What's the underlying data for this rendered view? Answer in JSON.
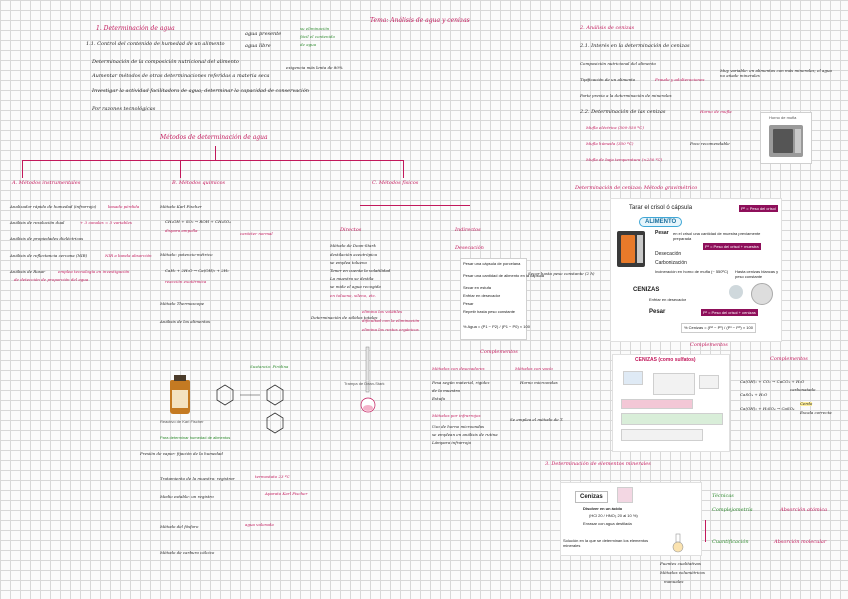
{
  "title": "Tema: Análisis de agua y cenizas",
  "left_column": {
    "s1_heading": "1. Determinación de agua",
    "s1_item1": "1.1. Control del contenido de humedad de un alimento",
    "s1_branch_a": "agua presente",
    "s1_branch_b": "agua libre",
    "s1_branch_green1": "su eliminación",
    "s1_branch_green2": "fácil el contenido",
    "s1_branch_green3": "de agua",
    "s1_bullets": [
      "Determinación de la composición nutricional del alimento",
      "Aumentar métodos de otras determinaciones referidas a materia seca",
      "Investigar la actividad facilitadora de agua; determinar la capacidad de conservación",
      "Por razones tecnológicas"
    ],
    "s1_bullet2_note": "exigencia más lenta de 80%",
    "methods_title": "Métodos de determinación de agua",
    "col_a_label": "A. Métodos instrumentales",
    "col_a_items": [
      "Analizador rápido de humedad (infrarrojo)",
      "Análisis de resolución dual",
      "Análisis de propiedades dieléctricas",
      "Análisis de reflectancia cercana (NIR)",
      "Análisis de Rosar"
    ],
    "col_a_pink": [
      "basado pérdida",
      "+ 3 canales = 3 variables",
      "",
      "NIR a banda absorción",
      "emplea tecnología en investigación"
    ],
    "col_a_pink2": "de detección de proporción del agua",
    "col_b_label": "B. Métodos químicos",
    "col_b_items": [
      "Método Karl Fischer",
      "Método: potencio-métrico",
      "Método Thermoscope"
    ],
    "col_b_eq1": "CH₃OH + SO₂ → ROH + CH₃SO₄",
    "col_b_eq2": "CaH₂ + 2H₂O → Ca(OH)₂ + 2H₂",
    "col_b_notes": [
      "dispara ampolla",
      "carácter normal",
      "reacción exotérmica",
      "Sustancia: Piridina",
      "Análisis de los alimentos"
    ],
    "col_b_bottom": [
      "Presión de vapor: fijación de la humedad",
      "Tratamiento de la muestra: registrar",
      "Medio estable: un registro",
      "Método del fósforo",
      "Método de carburo cálcico"
    ],
    "col_b_bottom_pink": [
      "termostato 23 ºC",
      "Aparato Karl Fischer",
      "agua valorada"
    ],
    "col_c_label": "C. Métodos físicos",
    "col_c_sub1": "Directos",
    "col_c_sub2": "Indirectos",
    "col_c_items": [
      "Método de Dean-Stark",
      "destilación azeotrópica",
      "se emplea tolueno",
      "Tener en cuenta la volatilidad",
      "La muestra se destila",
      "se mide el agua recogida",
      "en tolueno, xileno, etc."
    ],
    "col_c_right_items": [
      "Desecación",
      "Pesar una cápsula de porcelana",
      "Pesar una cantidad de alimento en la cápsula",
      "Secar en estufa",
      "Enfriar en desecador",
      "Pesar",
      "Repetir hasta peso constante"
    ],
    "col_c_right_note": "Secar hasta peso constante (2 h)",
    "col_c_formula": "% Agua = (P1 − P2) / (P1 − P0) × 100",
    "col_c_mid": "Determinación de sólidos totales",
    "col_c_mid_pink": [
      "elimina los volátiles",
      "dificultad con la eliminación",
      "elimina los restos orgánicos"
    ],
    "col_c_caption": "Trampa de Dean-Stark",
    "col_c_bottom_pink": [
      "Métodos con desecadores",
      "Métodos con vacío",
      "Métodos por infrarrojos"
    ],
    "col_c_bottom_items": [
      "Estufa",
      "Horno microondas",
      "Lámpara infrarroja"
    ],
    "col_c_bottom_notes": [
      "Pesa según material, rigidez",
      "de la muestra",
      "Uso de horno microondas",
      "se emplean en análisis de rutina"
    ],
    "col_c_microwave": "Se emplea el método de T.",
    "bottle_caption": "Reactivo de Karl Fischer",
    "bottle_note": "Para determinar humedad de alimentos"
  },
  "right_column": {
    "s2_heading": "2. Análisis de cenizas",
    "s2_1": "2.1. Interés en la determinación de cenizas",
    "s2_bullets": [
      "Composición nutricional del alimento",
      "Tipificación de un alimento",
      "Parte previa a la determinación de minerales"
    ],
    "s2_bullet2_pink": "Fraude y adulteraciones",
    "s2_note": "Muy variable: en alimentos con más minerales; el agua no añade minerales",
    "s2_2": "2.2. Determinación de las cenizas",
    "s2_2_pink": "Horno de mufla",
    "s2_2_items": [
      "Mufla eléctrica (500-550 ºC)",
      "Mufla húmeda (350 ºC)",
      "Mufla de baja temperatura (<250 ºC)"
    ],
    "s2_2_side": "Poco recomendable",
    "furnace_caption": "Horno de mufla",
    "grav_heading": "Determinación de cenizas: Método gravimétrico",
    "grav_steps": {
      "tare": "Tarar el crisol ó cápsula",
      "tare_badge": "Pº = Peso del crisol",
      "food": "ALIMENTO",
      "weigh_label": "Pesar",
      "weigh_text": "en el crisol una cantidad de muestra previamente preparada",
      "weigh_badge": "P¹ = Peso del crisol + muestra",
      "dry": "Desecación",
      "carb": "Carbonización",
      "incin": "Incineración en horno de mufla (~ 550ºC)",
      "incin_note": "Hasta cenizas blancas y peso constante",
      "ash": "CENIZAS",
      "cool": "Enfriar en desecador",
      "final_weigh": "Pesar",
      "final_badge": "P² = Peso del crisol + cenizas",
      "formula": "% Cenizas = (P² − Pº) / (P¹ − Pº) × 100"
    },
    "comp_label": "Complementos",
    "chem_heading": "CENIZAS (como sulfatos)",
    "chem_items": [
      "Ca(OH)₂ + CO₂ → CaCO₃ + H₂O",
      "CaSO₄ + H₂O",
      "Ca(OH)₂ + H₂SO₄ → CaSO₄"
    ],
    "chem_notes": [
      "→ CaCO₃ + CaO",
      "carbonatado",
      "Cerdo",
      "Escala correcta"
    ],
    "minerals_heading": "3. Determinación de elementos minerales",
    "min_box": {
      "title": "Cenizas",
      "step1": "Disolver en un ácido",
      "step1b": "(HCl 20 / HNO₃ 20 al 10 %)",
      "step2": "Enrasar con agua destilada",
      "sol": "Solución en la que se determinan los elementos minerales"
    },
    "min_notes": [
      "Fuentes cualitativas",
      "Métodos volumétricos",
      "manuales"
    ],
    "tech_label": "Técnicas",
    "tech_items": [
      "Complejometría",
      "Cuantificación"
    ],
    "tech_pink": [
      "Absorción atómica",
      "Absorción molecular"
    ]
  },
  "colors": {
    "pink": "#c2185b",
    "green": "#2e8b2e",
    "badge": "#8e0f5a"
  }
}
